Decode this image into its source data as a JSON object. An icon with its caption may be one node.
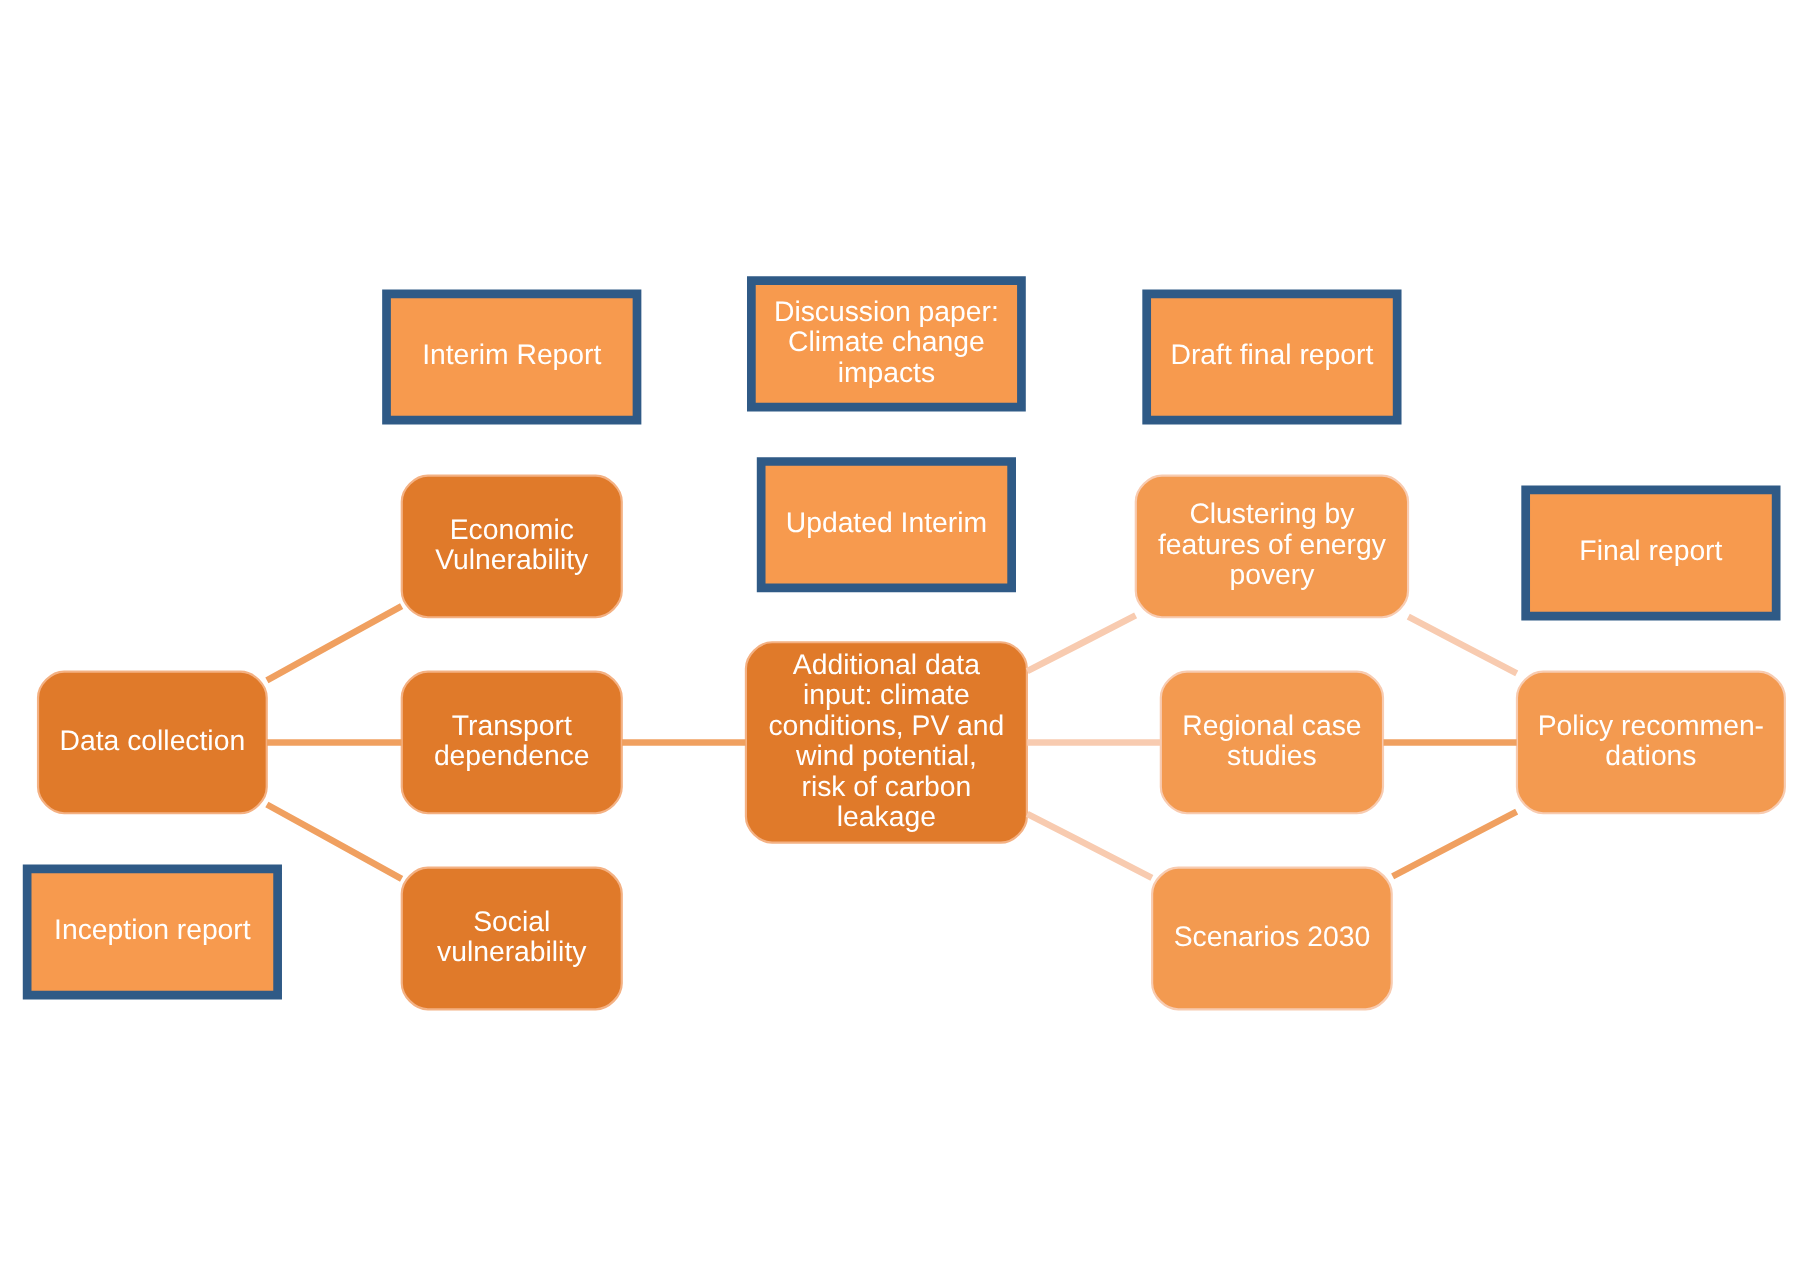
{
  "diagram": {
    "nodes": [
      {
        "text": [
          "Inception report"
        ]
      },
      {
        "text": [
          "Interim Report"
        ]
      },
      {
        "text": [
          "Updated Interim"
        ]
      },
      {
        "text": [
          "Draft final report"
        ]
      },
      {
        "text": [
          "Final report"
        ]
      },
      {
        "text": [
          "Data collection"
        ]
      },
      {
        "text": [
          "Economic Vulnerability"
        ]
      },
      {
        "text": [
          "Transport dependence"
        ]
      },
      {
        "text": [
          "Social vulnerability"
        ]
      },
      {
        "text": [
          "Additional data input: climate conditions, PV and wind potential, risk of carbon leakage"
        ]
      },
      {
        "text": [
          "Clustering by features of energy povery"
        ]
      },
      {
        "text": [
          "Regional case studies"
        ]
      },
      {
        "text": [
          "Scenarios 2030"
        ]
      },
      {
        "text": [
          "Policy recommen- dations"
        ]
      },
      {
        "text": [
          "Discussion paper: Climate change impacts"
        ]
      }
    ],
    "edges": [
      {
        "from": 5,
        "to": 6,
        "arrow": "none"
      },
      {
        "from": 5,
        "to": 7,
        "arrow": "none"
      },
      {
        "from": 5,
        "to": 8,
        "arrow": "none"
      },
      {
        "from": 7,
        "to": 9,
        "arrow": "none"
      },
      {
        "from": 9,
        "to": 10,
        "arrow": "none",
        "color": "#f8cbb0"
      },
      {
        "from": 9,
        "to": 11,
        "arrow": "none",
        "color": "#f8cbb0"
      },
      {
        "from": 9,
        "to": 12,
        "arrow": "none",
        "color": "#f8cbb0"
      },
      {
        "from": 10,
        "to": 13,
        "arrow": "none",
        "color": "#f8cbb0"
      },
      {
        "from": 11,
        "to": 13,
        "arrow": "none"
      },
      {
        "from": 12,
        "to": 13,
        "arrow": "none"
      }
    ]
  }
}
